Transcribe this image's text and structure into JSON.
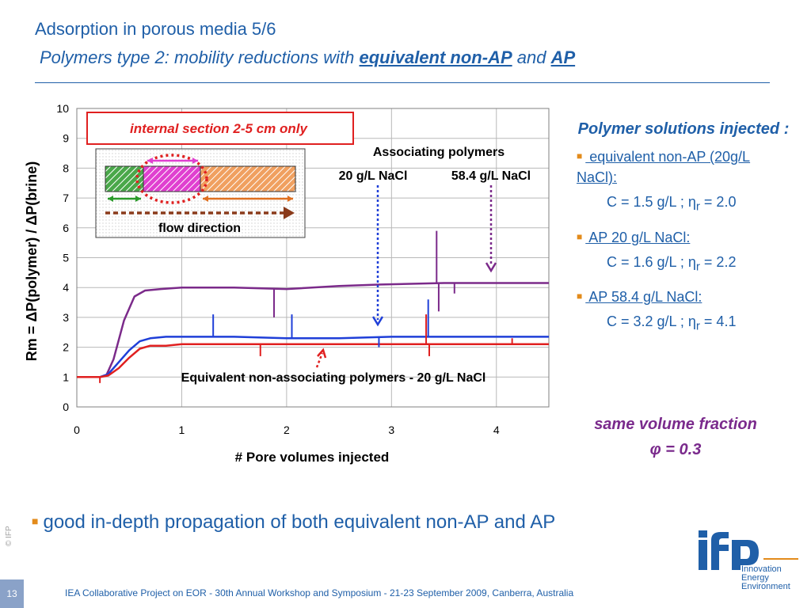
{
  "header": {
    "title": "Adsorption in porous media 5/6",
    "subtitle_prefix": "Polymers type 2: mobility reductions with ",
    "subtitle_em1": "equivalent non-AP",
    "subtitle_mid": " and ",
    "subtitle_em2": "AP"
  },
  "chart_data": {
    "type": "line",
    "xlabel": "# Pore volumes injected",
    "ylabel": "Rm = ΔP(polymer) / ΔP(brine)",
    "xlim": [
      0,
      4.5
    ],
    "ylim": [
      0,
      10
    ],
    "x_ticks": [
      "0",
      "1",
      "2",
      "3",
      "4"
    ],
    "y_ticks": [
      "0",
      "1",
      "2",
      "3",
      "4",
      "5",
      "6",
      "7",
      "8",
      "9",
      "10"
    ],
    "grid": true,
    "series": [
      {
        "color": "#7b2a8a",
        "x": [
          0,
          0.22,
          0.28,
          0.35,
          0.45,
          0.55,
          0.65,
          0.8,
          1.0,
          1.5,
          2.0,
          2.5,
          2.9,
          3.5,
          4.0,
          4.5
        ],
        "y": [
          1.0,
          1.0,
          1.05,
          1.6,
          2.9,
          3.7,
          3.9,
          3.95,
          4.0,
          4.0,
          3.95,
          4.05,
          4.1,
          4.15,
          4.15,
          4.15
        ]
      },
      {
        "color": "#1f3fd8",
        "x": [
          0,
          0.22,
          0.3,
          0.4,
          0.5,
          0.6,
          0.7,
          0.85,
          1.0,
          1.5,
          2.0,
          2.5,
          3.0,
          3.5,
          4.0,
          4.5
        ],
        "y": [
          1.0,
          1.0,
          1.1,
          1.5,
          1.9,
          2.2,
          2.3,
          2.35,
          2.35,
          2.35,
          2.3,
          2.3,
          2.35,
          2.35,
          2.35,
          2.35
        ]
      },
      {
        "color": "#e02020",
        "x": [
          0,
          0.22,
          0.3,
          0.4,
          0.5,
          0.6,
          0.7,
          0.85,
          1.0,
          1.5,
          2.0,
          2.5,
          3.0,
          3.5,
          4.0,
          4.5
        ],
        "y": [
          1.0,
          1.0,
          1.05,
          1.3,
          1.65,
          1.95,
          2.05,
          2.05,
          2.1,
          2.1,
          2.1,
          2.1,
          2.1,
          2.1,
          2.1,
          2.1
        ]
      }
    ],
    "spikes": [
      {
        "series": 0,
        "x": 1.88,
        "y": 3.0
      },
      {
        "series": 0,
        "x": 3.43,
        "y": 5.9
      },
      {
        "series": 0,
        "x": 3.45,
        "y": 3.2
      },
      {
        "series": 0,
        "x": 3.6,
        "y": 3.8
      },
      {
        "series": 1,
        "x": 1.3,
        "y": 3.1
      },
      {
        "series": 1,
        "x": 2.05,
        "y": 3.1
      },
      {
        "series": 1,
        "x": 2.88,
        "y": 2.0
      },
      {
        "series": 1,
        "x": 3.35,
        "y": 3.6
      },
      {
        "series": 2,
        "x": 0.22,
        "y": 0.8
      },
      {
        "series": 2,
        "x": 1.75,
        "y": 1.7
      },
      {
        "series": 2,
        "x": 3.33,
        "y": 3.1
      },
      {
        "series": 2,
        "x": 3.36,
        "y": 1.7
      },
      {
        "series": 2,
        "x": 4.15,
        "y": 2.3
      }
    ],
    "annotations": {
      "internal_section": "internal section 2-5 cm only",
      "assoc_title": "Associating polymers",
      "assoc_a": "20 g/L NaCl",
      "assoc_b": "58.4 g/L NaCl",
      "non_assoc": "Equivalent non-associating polymers - 20 g/L NaCl",
      "flow": "flow direction"
    }
  },
  "panel": {
    "heading": "Polymer solutions injected :",
    "items": [
      {
        "label": " equivalent non-AP (20g/L NaCl):",
        "c": "C = 1.5 g/L ; ",
        "eta_sub": "r",
        "eta_val": " = 2.0"
      },
      {
        "label": " AP 20 g/L NaCl:",
        "c": "C = 1.6 g/L ; ",
        "eta_sub": "r",
        "eta_val": " = 2.2"
      },
      {
        "label": " AP 58.4 g/L NaCl:",
        "c": "C = 3.2 g/L ; ",
        "eta_sub": "r",
        "eta_val": " = 4.1"
      }
    ],
    "same_volume": "same volume fraction",
    "phi": "φ = 0.3"
  },
  "conclusion": "good in-depth propagation of both equivalent non-AP and AP",
  "footer": {
    "text": "IEA Collaborative Project on EOR - 30th Annual Workshop and Symposium - 21-23 September 2009, Canberra, Australia",
    "page": "13",
    "copyright": "© IFP"
  },
  "logo": {
    "name": "ifp-logo-icon",
    "words": [
      "Innovation",
      "Energy",
      "Environment"
    ]
  },
  "colors": {
    "brand_blue": "#1f5fa8",
    "ap58": "#7b2a8a",
    "ap20": "#1f3fd8",
    "nonap": "#e02020",
    "accent": "#e38b1b"
  }
}
